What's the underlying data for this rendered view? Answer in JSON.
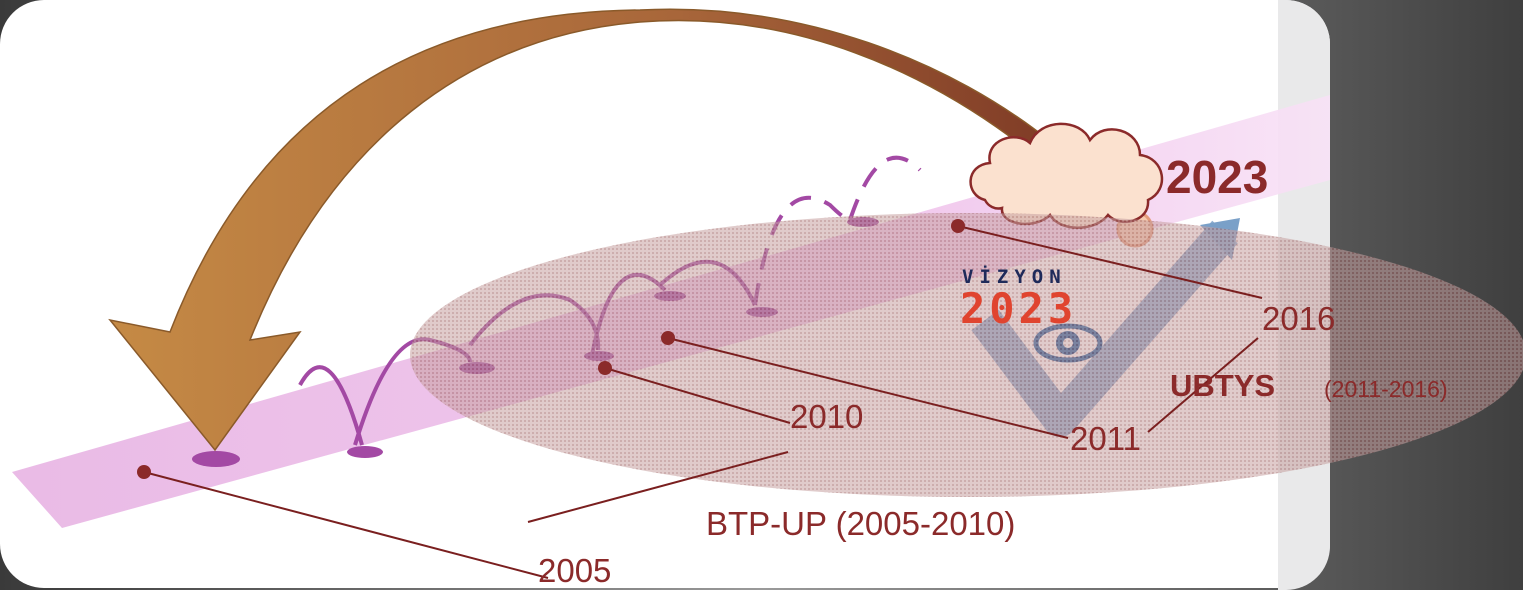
{
  "labels": {
    "year_2023": "2023",
    "year_2016": "2016",
    "year_2011": "2011",
    "year_2010": "2010",
    "year_2005": "2005",
    "ubtys_name": "UBTYS",
    "ubtys_range": "(2011-2016)",
    "btp_up": "BTP-UP (2005-2010)"
  },
  "logo": {
    "word": "VİZYON",
    "year": "2023",
    "icon": "eye-icon"
  },
  "colors": {
    "label": "#8b2a2a",
    "timeline_band": "#e3a9df",
    "hop_arc": "#a349a4",
    "arrow": "#b07a3c",
    "ellipse": "#b98585",
    "logo_red": "#e0442f",
    "logo_check": "#7aa0c8"
  }
}
